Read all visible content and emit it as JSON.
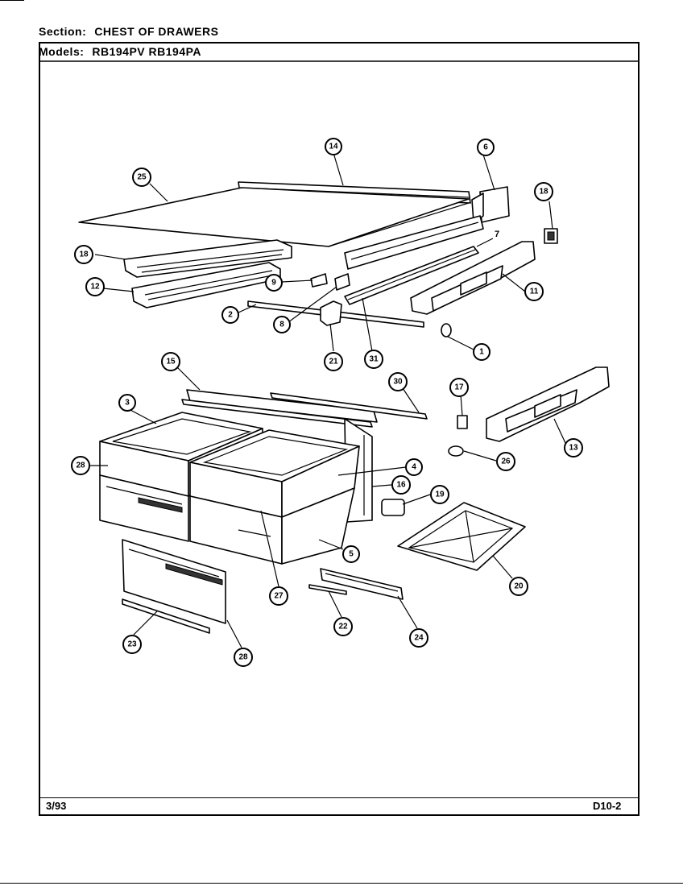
{
  "header": {
    "section_key": "Section:",
    "section_value": "CHEST OF DRAWERS",
    "models_key": "Models:",
    "models_value": "RB194PV RB194PA"
  },
  "footer": {
    "date": "3/93",
    "code": "D10-2"
  },
  "callouts": [
    {
      "label": "14",
      "part": "rear-cover-strip"
    },
    {
      "label": "6",
      "part": "right-bracket"
    },
    {
      "label": "25",
      "part": "glass-shelf"
    },
    {
      "label": "18",
      "part": "clip-upper-right"
    },
    {
      "label": "18",
      "part": "left-slide-upper"
    },
    {
      "label": "7",
      "part": "slide-rail"
    },
    {
      "label": "12",
      "part": "left-slide-lower"
    },
    {
      "label": "9",
      "part": "small-clip"
    },
    {
      "label": "11",
      "part": "right-support-upper"
    },
    {
      "label": "2",
      "part": "rod"
    },
    {
      "label": "8",
      "part": "mount-bracket"
    },
    {
      "label": "1",
      "part": "cam"
    },
    {
      "label": "21",
      "part": "block"
    },
    {
      "label": "31",
      "part": "rail"
    },
    {
      "label": "15",
      "part": "top-trim"
    },
    {
      "label": "30",
      "part": "rod-long"
    },
    {
      "label": "17",
      "part": "stop"
    },
    {
      "label": "3",
      "part": "pan-left"
    },
    {
      "label": "13",
      "part": "right-support-lower"
    },
    {
      "label": "28",
      "part": "pan-front"
    },
    {
      "label": "4",
      "part": "pan-right"
    },
    {
      "label": "26",
      "part": "knob"
    },
    {
      "label": "16",
      "part": "frame-side"
    },
    {
      "label": "19",
      "part": "latch"
    },
    {
      "label": "5",
      "part": "drawer-bin"
    },
    {
      "label": "20",
      "part": "frame-cover"
    },
    {
      "label": "27",
      "part": "drawer-front"
    },
    {
      "label": "22",
      "part": "pin"
    },
    {
      "label": "24",
      "part": "slide-track"
    },
    {
      "label": "23",
      "part": "trim-strip"
    },
    {
      "label": "28",
      "part": "drawer-face"
    }
  ]
}
